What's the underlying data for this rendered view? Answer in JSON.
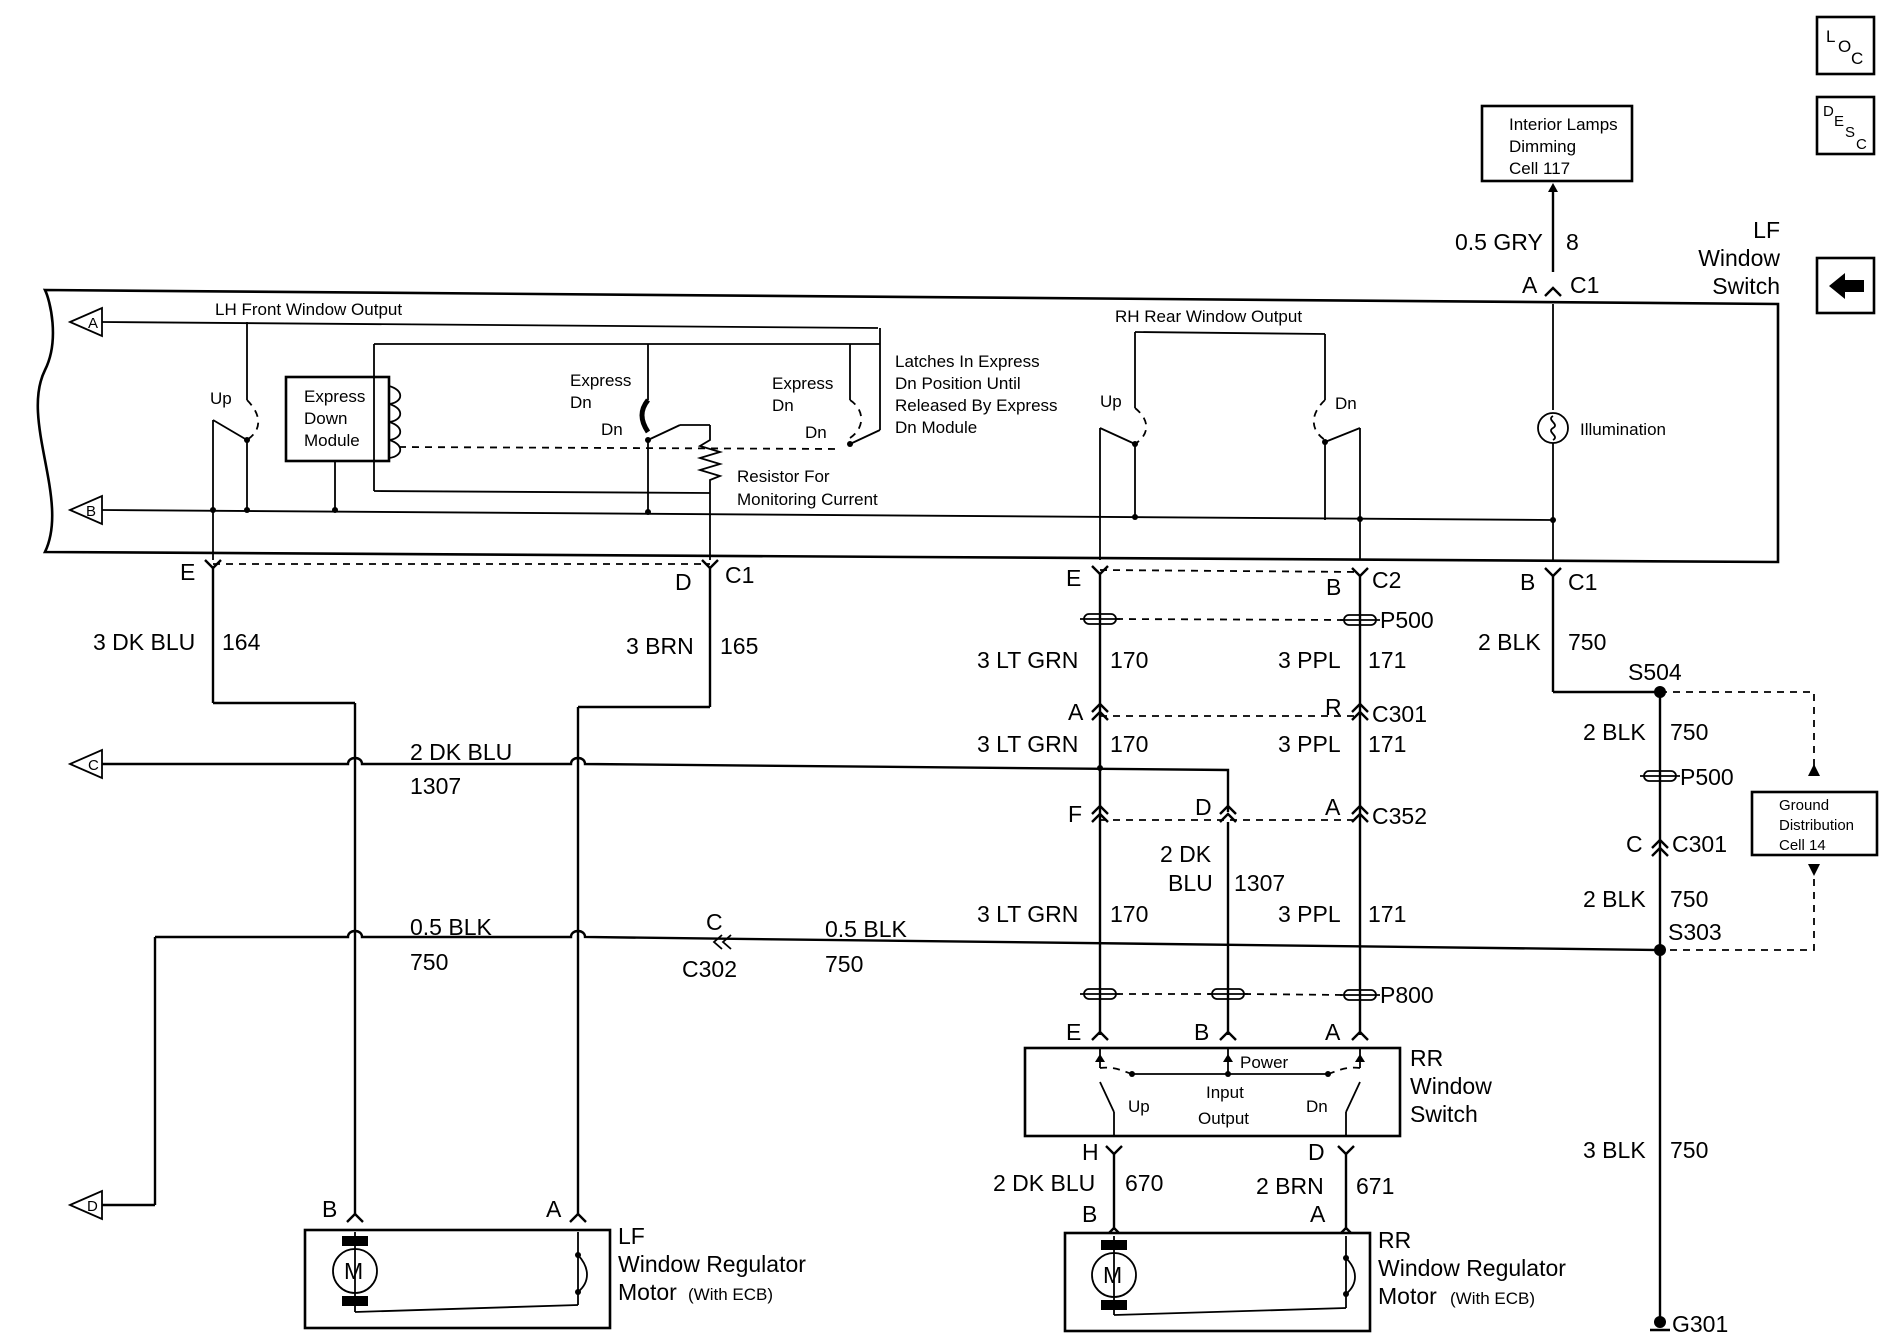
{
  "nav": {
    "loc": {
      "l": "L",
      "o": "O",
      "c": "C"
    },
    "desc": {
      "d": "D",
      "e": "E",
      "s": "S",
      "c": "C"
    },
    "back_arrow": "left-arrow-icon"
  },
  "title": {
    "line1": "LF",
    "line2": "Window",
    "line3": "Switch"
  },
  "interior_lamps": {
    "line1": "Interior Lamps",
    "line2": "Dimming",
    "line3": "Cell 117"
  },
  "ground_dist": {
    "line1": "Ground",
    "line2": "Distribution",
    "line3": "Cell 14"
  },
  "switch_labels": {
    "lh_front_output": "LH Front Window Output",
    "rh_rear_output": "RH Rear Window Output",
    "up": "Up",
    "dn": "Dn",
    "express": "Express",
    "express_down_1": "Express",
    "express_down_2": "Down",
    "express_down_3": "Module",
    "latches_1": "Latches In Express",
    "latches_2": "Dn Position Until",
    "latches_3": "Released By Express",
    "latches_4": "Dn Module",
    "resistor_1": "Resistor For",
    "resistor_2": "Monitoring Current",
    "illumination": "Illumination"
  },
  "offpage": {
    "a": "A",
    "b": "B",
    "c": "C",
    "d": "D"
  },
  "wires": {
    "gry": {
      "gauge_color": "0.5 GRY",
      "circuit": "8"
    },
    "dkblu164": {
      "gauge_color": "3 DK BLU",
      "circuit": "164"
    },
    "brn165": {
      "gauge_color": "3 BRN",
      "circuit": "165"
    },
    "ltgrn170": {
      "gauge_color": "3 LT GRN",
      "circuit": "170"
    },
    "ppl171": {
      "gauge_color": "3 PPL",
      "circuit": "171"
    },
    "blk750_2": {
      "gauge_color": "2 BLK",
      "circuit": "750"
    },
    "blk750_3": {
      "gauge_color": "3 BLK",
      "circuit": "750"
    },
    "dkblu1307": {
      "gauge_color": "2 DK BLU",
      "circuit": "1307"
    },
    "dkblu1307_b_1": "2 DK",
    "dkblu1307_b_2": "BLU",
    "blk750_05": {
      "gauge_color": "0.5 BLK",
      "circuit": "750"
    },
    "dkblu670": {
      "gauge_color": "2 DK BLU",
      "circuit": "670"
    },
    "brn671": {
      "gauge_color": "2 BRN",
      "circuit": "671"
    }
  },
  "connectors": {
    "c1": "C1",
    "c2": "C2",
    "c301": "C301",
    "c352": "C352",
    "c302": "C302",
    "p500": "P500",
    "p800": "P800",
    "s504": "S504",
    "s303": "S303",
    "g301": "G301"
  },
  "pins": {
    "a": "A",
    "b": "B",
    "c": "C",
    "d": "D",
    "e": "E",
    "f": "F",
    "h": "H",
    "r": "R"
  },
  "rr_switch": {
    "line1": "RR",
    "line2": "Window",
    "line3": "Switch",
    "power": "Power",
    "input": "Input",
    "output": "Output",
    "up": "Up",
    "dn": "Dn"
  },
  "lf_motor": {
    "line1": "LF",
    "line2": "Window Regulator",
    "line3": "Motor",
    "note": "(With ECB)",
    "symbol": "M"
  },
  "rr_motor": {
    "line1": "RR",
    "line2": "Window Regulator",
    "line3": "Motor",
    "note": "(With ECB)",
    "symbol": "M"
  }
}
